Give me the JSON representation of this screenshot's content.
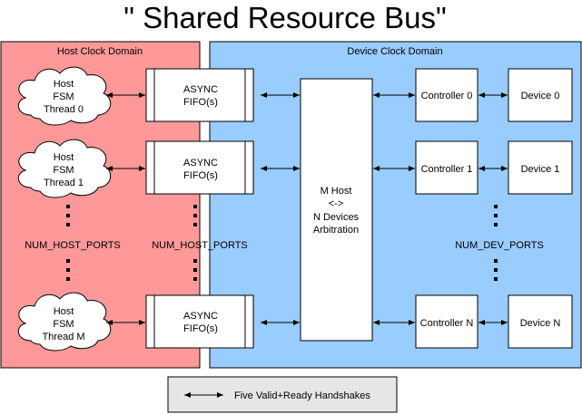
{
  "title": "\" Shared Resource Bus\"",
  "colors": {
    "host_domain_fill": "#ff9999",
    "device_domain_fill": "#99ccff",
    "legend_fill": "#e6e6e6",
    "stroke": "#000000"
  },
  "domains": {
    "host": "Host Clock Domain",
    "device": "Device Clock Domain"
  },
  "threads": [
    {
      "line1": "Host",
      "line2": "FSM",
      "line3": "Thread 0"
    },
    {
      "line1": "Host",
      "line2": "FSM",
      "line3": "Thread 1"
    },
    {
      "line1": "Host",
      "line2": "FSM",
      "line3": "Thread M"
    }
  ],
  "fifos": [
    {
      "line1": "ASYNC",
      "line2": "FIFO(s)"
    },
    {
      "line1": "ASYNC",
      "line2": "FIFO(s)"
    },
    {
      "line1": "ASYNC",
      "line2": "FIFO(s)"
    }
  ],
  "arbiter": {
    "line1": "M Host",
    "line2": "<->",
    "line3": "N Devices",
    "line4": "Arbitration"
  },
  "controllers": [
    "Controller 0",
    "Controller 1",
    "Controller N"
  ],
  "devices": [
    "Device 0",
    "Device 1",
    "Device N"
  ],
  "labels": {
    "num_host_ports_left": "NUM_HOST_PORTS",
    "num_host_ports_right": "NUM_HOST_PORTS",
    "num_dev_ports": "NUM_DEV_PORTS"
  },
  "legend": {
    "text": "Five Valid+Ready Handshakes",
    "icon": "double-arrow-icon"
  }
}
